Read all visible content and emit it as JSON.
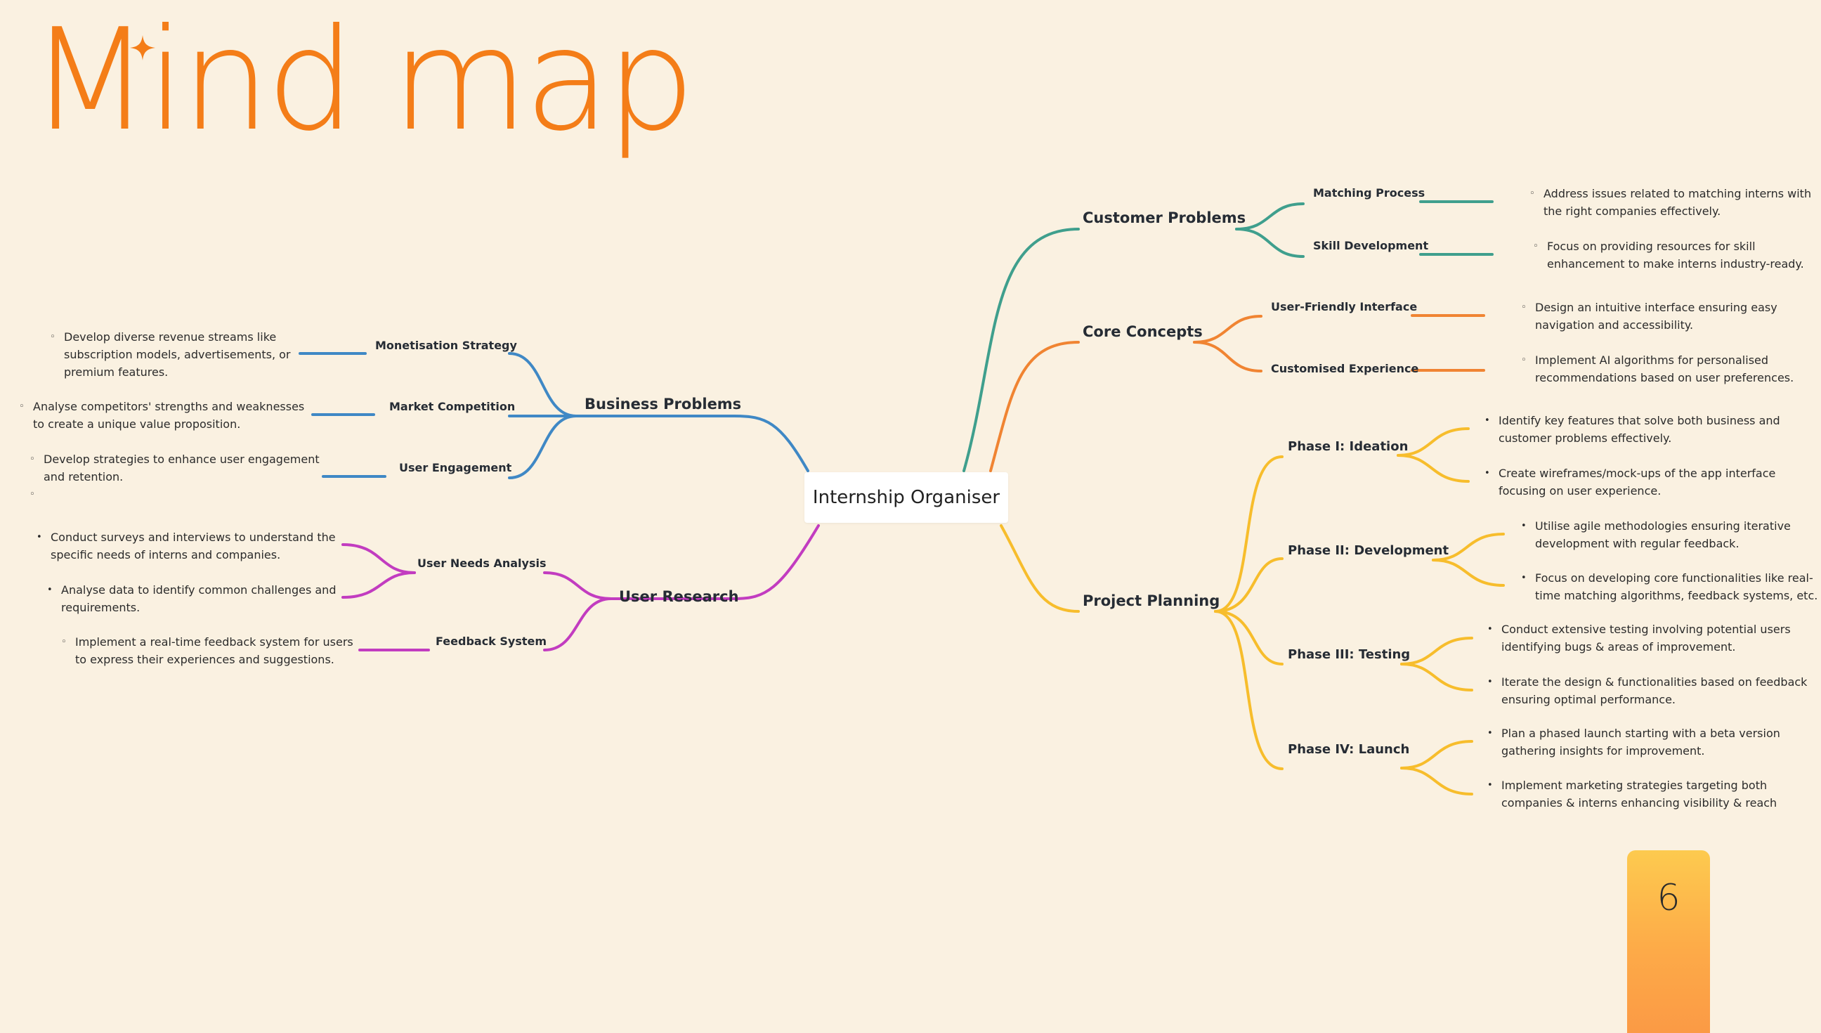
{
  "title": "Mind map",
  "page_number": "6",
  "colors": {
    "title": "#f47d18",
    "business": "#3f88c5",
    "research": "#c23cc0",
    "customer": "#3f9f8d",
    "core": "#f08432",
    "planning": "#f7bd2c",
    "background": "#faf1e1"
  },
  "center": "Internship Organiser",
  "branches": {
    "business": {
      "label": "Business Problems",
      "children": [
        {
          "label": "Monetisation Strategy",
          "note": [
            "Develop diverse revenue streams like",
            "subscription models, advertisements, or",
            "premium features."
          ]
        },
        {
          "label": "Market Competition",
          "note": [
            "Analyse competitors' strengths and weaknesses",
            "to create a unique value proposition."
          ]
        },
        {
          "label": "User Engagement",
          "note": [
            "Develop strategies to enhance user engagement",
            "and retention."
          ]
        }
      ]
    },
    "research": {
      "label": "User Research",
      "children": [
        {
          "label": "User Needs Analysis",
          "notes": [
            [
              "Conduct surveys and interviews to understand the",
              "specific needs of interns and companies."
            ],
            [
              "Analyse data to identify common challenges and",
              "requirements."
            ]
          ]
        },
        {
          "label": "Feedback System",
          "note": [
            "Implement a real-time feedback system for users",
            "to express their experiences and suggestions."
          ]
        }
      ]
    },
    "customer": {
      "label": "Customer Problems",
      "children": [
        {
          "label": "Matching Process",
          "note": [
            "Address issues related to matching interns with",
            "the right companies effectively."
          ]
        },
        {
          "label": "Skill Development",
          "note": [
            "Focus on providing resources for skill",
            "enhancement to make interns industry-ready."
          ]
        }
      ]
    },
    "core": {
      "label": "Core Concepts",
      "children": [
        {
          "label": "User-Friendly Interface",
          "note": [
            "Design an intuitive interface ensuring easy",
            "navigation and accessibility."
          ]
        },
        {
          "label": "Customised Experience",
          "note": [
            "Implement AI algorithms for personalised",
            "recommendations based on user preferences."
          ]
        }
      ]
    },
    "planning": {
      "label": "Project Planning",
      "children": [
        {
          "label": "Phase I: Ideation",
          "notes": [
            [
              "Identify key features that solve both business and",
              "customer problems effectively."
            ],
            [
              "Create wireframes/mock-ups of the app interface",
              "focusing on user experience."
            ]
          ]
        },
        {
          "label": "Phase II: Development",
          "notes": [
            [
              "Utilise agile methodologies ensuring iterative",
              "development with regular feedback."
            ],
            [
              "Focus on developing core functionalities like real-",
              "time matching algorithms, feedback systems, etc."
            ]
          ]
        },
        {
          "label": "Phase III: Testing",
          "notes": [
            [
              "Conduct extensive testing involving potential users",
              "identifying bugs & areas of improvement."
            ],
            [
              "Iterate the design & functionalities based on feedback",
              "ensuring optimal performance."
            ]
          ]
        },
        {
          "label": "Phase IV: Launch",
          "notes": [
            [
              "Plan a phased launch starting with a beta version",
              "gathering insights for improvement."
            ],
            [
              "Implement marketing strategies targeting both",
              "companies & interns enhancing visibility & reach"
            ]
          ]
        }
      ]
    }
  }
}
